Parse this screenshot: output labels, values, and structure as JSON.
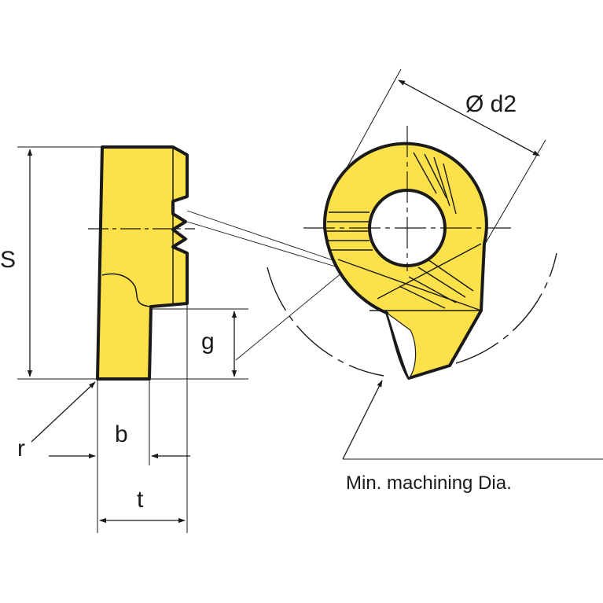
{
  "labels": {
    "S": "S",
    "g": "g",
    "r": "r",
    "b": "b",
    "t": "t",
    "d2": "Ø d2",
    "min_dia": "Min. machining Dia."
  },
  "colors": {
    "insert_fill": "#FCE14B",
    "outline": "#1a1a1a",
    "background": "#ffffff"
  }
}
